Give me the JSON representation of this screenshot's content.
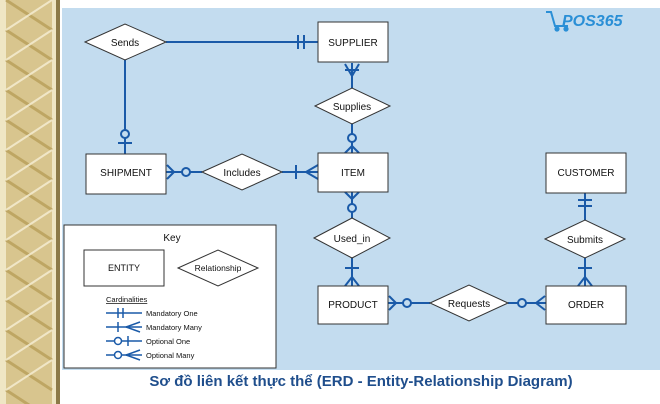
{
  "brand": {
    "logo_text": "POS365"
  },
  "diagram": {
    "entities": {
      "supplier": "SUPPLIER",
      "shipment": "SHIPMENT",
      "item": "ITEM",
      "customer": "CUSTOMER",
      "product": "PRODUCT",
      "order": "ORDER"
    },
    "relationships": {
      "sends": "Sends",
      "supplies": "Supplies",
      "includes": "Includes",
      "used_in": "Used_in",
      "submits": "Submits",
      "requests": "Requests"
    }
  },
  "key": {
    "title": "Key",
    "entity_label": "ENTITY",
    "relationship_label": "Relationship",
    "cardinalities_heading": "Cardinalities",
    "cardinalities": [
      "Mandatory One",
      "Mandatory Many",
      "Optional One",
      "Optional Many"
    ]
  },
  "caption": "Sơ đồ liên kết thực thể (ERD - Entity-Relationship Diagram)",
  "colors": {
    "background": "#c3dcef",
    "line": "#1a5aa8",
    "caption": "#1f4e8c",
    "rope": "#d8c58e"
  }
}
